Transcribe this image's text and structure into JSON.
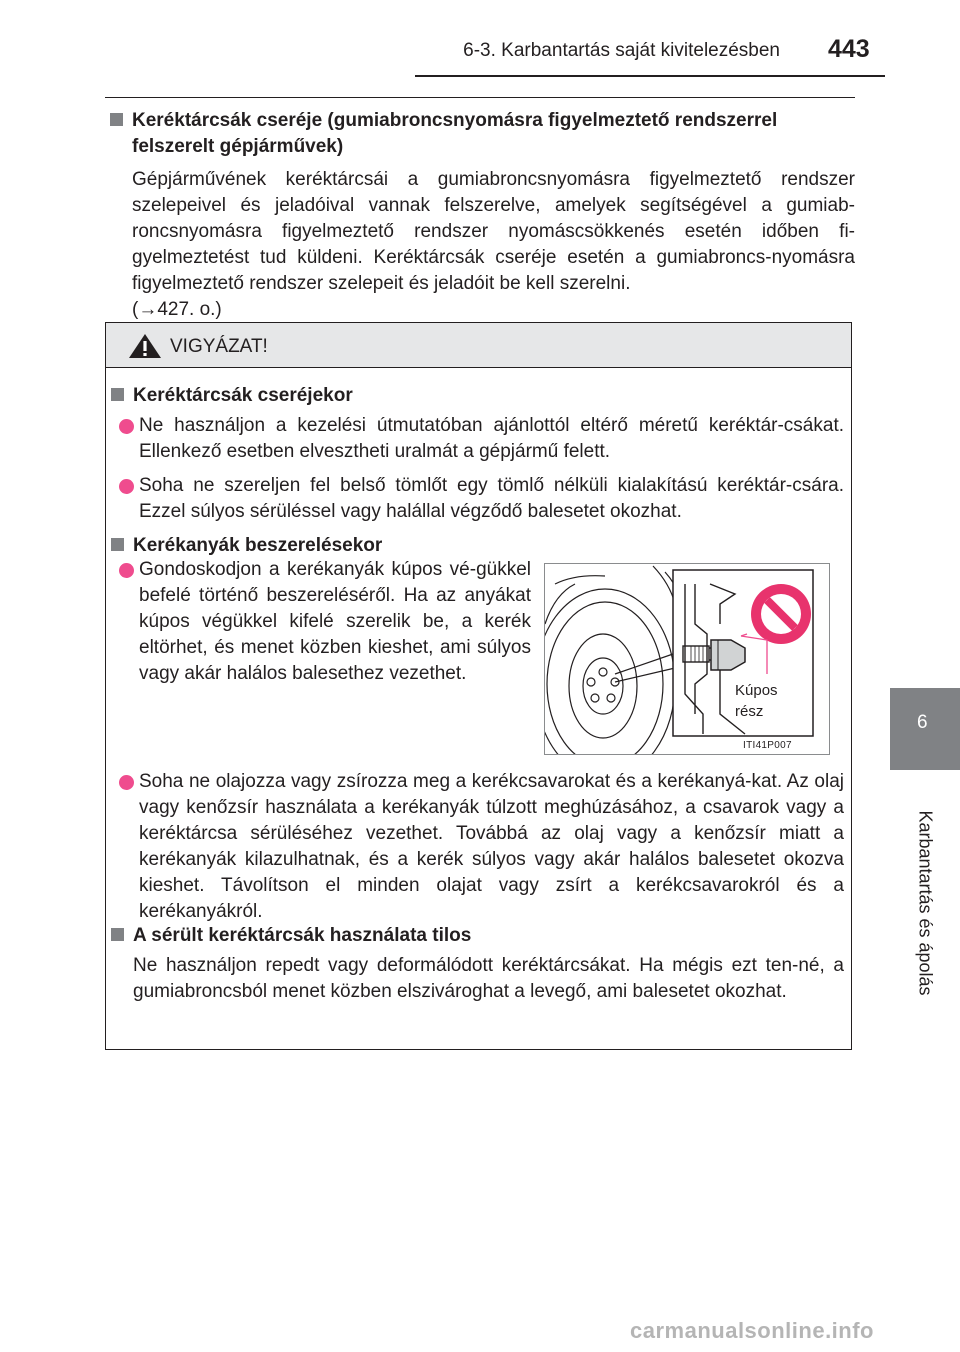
{
  "header": {
    "section": "6-3. Karbantartás saját kivitelezésben",
    "page_number": "443"
  },
  "side_tab": {
    "number": "6",
    "label": "Karbantartás és ápolás"
  },
  "intro": {
    "title_line1": "Keréktárcsák cseréje (gumiabroncsnyomásra figyelmeztető rendszerrel",
    "title_line2": "felszerelt gépjárművek)",
    "body": "Gépjárművének keréktárcsái a gumiabroncsnyomásra figyelmeztető rendszer szelepeivel és jeladóival vannak felszerelve, amelyek segítségével a gumiab-roncsnyomásra figyelmeztető rendszer nyomáscsökkenés esetén időben fi-gyelmeztetést tud küldeni. Keréktárcsák cseréje esetén a gumiabroncs-nyomásra figyelmeztető rendszer szelepeit és jeladóit be kell szerelni.",
    "ref": "(→427. o.)"
  },
  "warning": {
    "title": "VIGYÁZAT!",
    "section1": {
      "heading": "Keréktárcsák cseréjekor",
      "bullets": [
        "Ne használjon a kezelési útmutatóban ajánlottól eltérő méretű keréktár-csákat. Ellenkező esetben elvesztheti uralmát a gépjármű felett.",
        "Soha ne szereljen fel belső tömlőt egy tömlő nélküli kialakítású keréktár-csára. Ezzel súlyos sérüléssel vagy halállal végződő balesetet okozhat."
      ]
    },
    "section2": {
      "heading": "Kerékanyák beszerelésekor",
      "bullet_fig": "Gondoskodjon a kerékanyák kúpos vé-gükkel befelé történő beszereléséről. Ha az anyákat kúpos végükkel kifelé szerelik be, a kerék eltörhet, és menet közben kieshet, ami súlyos vagy akár halálos balesethez vezethet.",
      "bullet_after": "Soha ne olajozza vagy zsírozza meg a kerékcsavarokat és a kerékanyá-kat. Az olaj vagy kenőzsír használata a kerékanyák túlzott meghúzásához, a csavarok vagy a keréktárcsa sérüléséhez vezethet. Továbbá az olaj vagy a kenőzsír miatt a kerékanyák kilazulhatnak, és a kerék súlyos vagy akár halálos balesetet okozva kieshet. Távolítson el minden olajat vagy zsírt a kerékcsavarokról és a kerékanyákról."
    },
    "section3": {
      "heading": "A sérült keréktárcsák használata tilos",
      "body": "Ne használjon repedt vagy deformálódott keréktárcsákat. Ha mégis ezt ten-né, a gumiabroncsból menet közben elszivároghat a levegő, ami balesetet okozhat."
    },
    "figure": {
      "callout_line1": "Kúpos",
      "callout_line2": "rész",
      "code": "ITI41P007",
      "prohibit_color": "#e8336d",
      "callout_color": "#ef4c8e"
    }
  },
  "watermark": "carmanualsonline.info"
}
